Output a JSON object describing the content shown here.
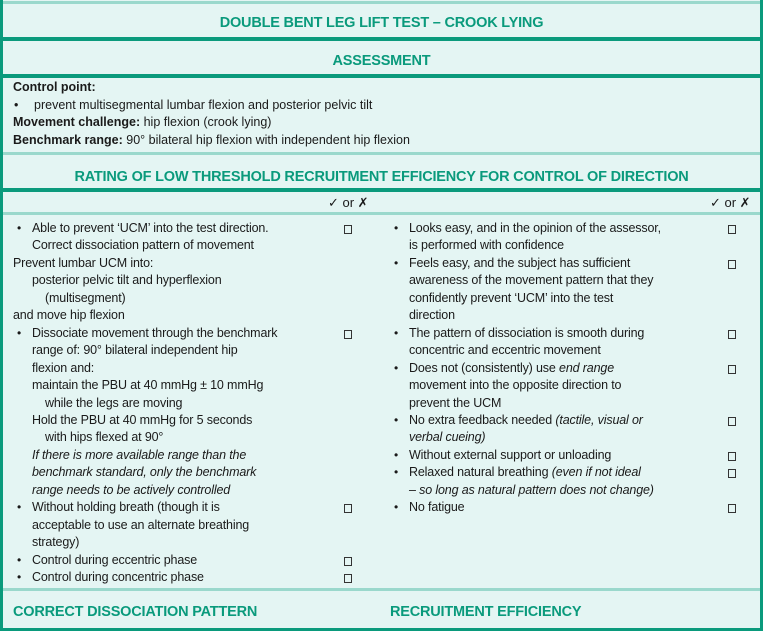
{
  "title": "DOUBLE BENT LEG LIFT TEST – CROOK LYING",
  "assessment": {
    "heading": "ASSESSMENT",
    "control_point_label": "Control point:",
    "control_point_item": "prevent multisegmental lumbar flexion and posterior pelvic tilt",
    "movement_challenge_label": "Movement challenge:",
    "movement_challenge_value": " hip flexion (crook lying)",
    "benchmark_label": "Benchmark range:",
    "benchmark_value": " 90° bilateral hip flexion with independent hip flexion"
  },
  "rating": {
    "heading": "RATING OF LOW THRESHOLD RECRUITMENT EFFICIENCY FOR CONTROL OF DIRECTION",
    "check_header_left": "✓ or ✗",
    "check_header_right": "✓ or ✗",
    "left_lines": [
      {
        "level": 1,
        "bullet": true,
        "checkbox": true,
        "segs": [
          {
            "t": "Able to prevent ‘UCM’ into the test direction."
          }
        ]
      },
      {
        "level": 1,
        "segs": [
          {
            "t": "Correct dissociation pattern of movement"
          }
        ]
      },
      {
        "level": 0,
        "segs": [
          {
            "t": "Prevent lumbar UCM into:"
          }
        ]
      },
      {
        "level": 1,
        "segs": [
          {
            "t": "posterior pelvic tilt and hyperflexion"
          }
        ]
      },
      {
        "level": 2,
        "segs": [
          {
            "t": "(multisegment)"
          }
        ]
      },
      {
        "level": 0,
        "segs": [
          {
            "t": "and move hip flexion"
          }
        ]
      },
      {
        "level": 1,
        "bullet": true,
        "checkbox": true,
        "segs": [
          {
            "t": "Dissociate movement through the benchmark"
          }
        ]
      },
      {
        "level": 1,
        "segs": [
          {
            "t": "range of: 90° bilateral independent hip"
          }
        ]
      },
      {
        "level": 1,
        "segs": [
          {
            "t": "flexion and:"
          }
        ]
      },
      {
        "level": 1,
        "segs": [
          {
            "t": "maintain the PBU at 40 mmHg ± 10 mmHg"
          }
        ]
      },
      {
        "level": 2,
        "segs": [
          {
            "t": "while the legs are moving"
          }
        ]
      },
      {
        "level": 1,
        "segs": [
          {
            "t": "Hold the PBU at 40 mmHg for 5 seconds"
          }
        ]
      },
      {
        "level": 2,
        "segs": [
          {
            "t": "with hips flexed at 90°"
          }
        ]
      },
      {
        "level": 1,
        "segs": [
          {
            "t": "If there is more available range than the",
            "i": true
          }
        ]
      },
      {
        "level": 1,
        "segs": [
          {
            "t": "benchmark standard, only the benchmark",
            "i": true
          }
        ]
      },
      {
        "level": 1,
        "segs": [
          {
            "t": "range needs to be actively controlled",
            "i": true
          }
        ]
      },
      {
        "level": 1,
        "bullet": true,
        "checkbox": true,
        "segs": [
          {
            "t": "Without holding breath (though it is"
          }
        ]
      },
      {
        "level": 1,
        "segs": [
          {
            "t": "acceptable to use an alternate breathing"
          }
        ]
      },
      {
        "level": 1,
        "segs": [
          {
            "t": "strategy)"
          }
        ]
      },
      {
        "level": 1,
        "bullet": true,
        "checkbox": true,
        "segs": [
          {
            "t": "Control during eccentric phase"
          }
        ]
      },
      {
        "level": 1,
        "bullet": true,
        "checkbox": true,
        "segs": [
          {
            "t": "Control during concentric phase"
          }
        ]
      }
    ],
    "right_lines": [
      {
        "level": 1,
        "bullet": true,
        "checkbox": true,
        "segs": [
          {
            "t": "Looks easy, and in the opinion of the assessor,"
          }
        ]
      },
      {
        "level": 1,
        "segs": [
          {
            "t": "is performed with confidence"
          }
        ]
      },
      {
        "level": 1,
        "bullet": true,
        "checkbox": true,
        "segs": [
          {
            "t": "Feels easy, and the subject has sufficient"
          }
        ]
      },
      {
        "level": 1,
        "segs": [
          {
            "t": "awareness of the movement pattern that they"
          }
        ]
      },
      {
        "level": 1,
        "segs": [
          {
            "t": "confidently prevent ‘UCM’ into the test"
          }
        ]
      },
      {
        "level": 1,
        "segs": [
          {
            "t": "direction"
          }
        ]
      },
      {
        "level": 1,
        "bullet": true,
        "checkbox": true,
        "segs": [
          {
            "t": "The pattern of dissociation is smooth during"
          }
        ]
      },
      {
        "level": 1,
        "segs": [
          {
            "t": "concentric and eccentric movement"
          }
        ]
      },
      {
        "level": 1,
        "bullet": true,
        "checkbox": true,
        "segs": [
          {
            "t": "Does not (consistently) use "
          },
          {
            "t": "end range",
            "i": true
          }
        ]
      },
      {
        "level": 1,
        "segs": [
          {
            "t": "movement into the opposite direction to"
          }
        ]
      },
      {
        "level": 1,
        "segs": [
          {
            "t": "prevent the UCM"
          }
        ]
      },
      {
        "level": 1,
        "bullet": true,
        "checkbox": true,
        "segs": [
          {
            "t": "No extra feedback needed "
          },
          {
            "t": "(tactile, visual or",
            "i": true
          }
        ]
      },
      {
        "level": 1,
        "segs": [
          {
            "t": "verbal cueing)",
            "i": true
          }
        ]
      },
      {
        "level": 1,
        "bullet": true,
        "checkbox": true,
        "segs": [
          {
            "t": "Without external support or unloading"
          }
        ]
      },
      {
        "level": 1,
        "bullet": true,
        "checkbox": true,
        "segs": [
          {
            "t": "Relaxed natural breathing "
          },
          {
            "t": "(even if not ideal",
            "i": true
          }
        ]
      },
      {
        "level": 1,
        "segs": [
          {
            "t": "– so long as natural pattern does not change)",
            "i": true
          }
        ]
      },
      {
        "level": 1,
        "bullet": true,
        "checkbox": true,
        "segs": [
          {
            "t": "No fatigue"
          }
        ]
      }
    ]
  },
  "footer": {
    "left": "CORRECT DISSOCIATION PATTERN",
    "right": "RECRUITMENT EFFICIENCY"
  },
  "colors": {
    "accent": "#0a9a7c",
    "background": "#e4f5f3",
    "divider": "#9ad8cc"
  }
}
